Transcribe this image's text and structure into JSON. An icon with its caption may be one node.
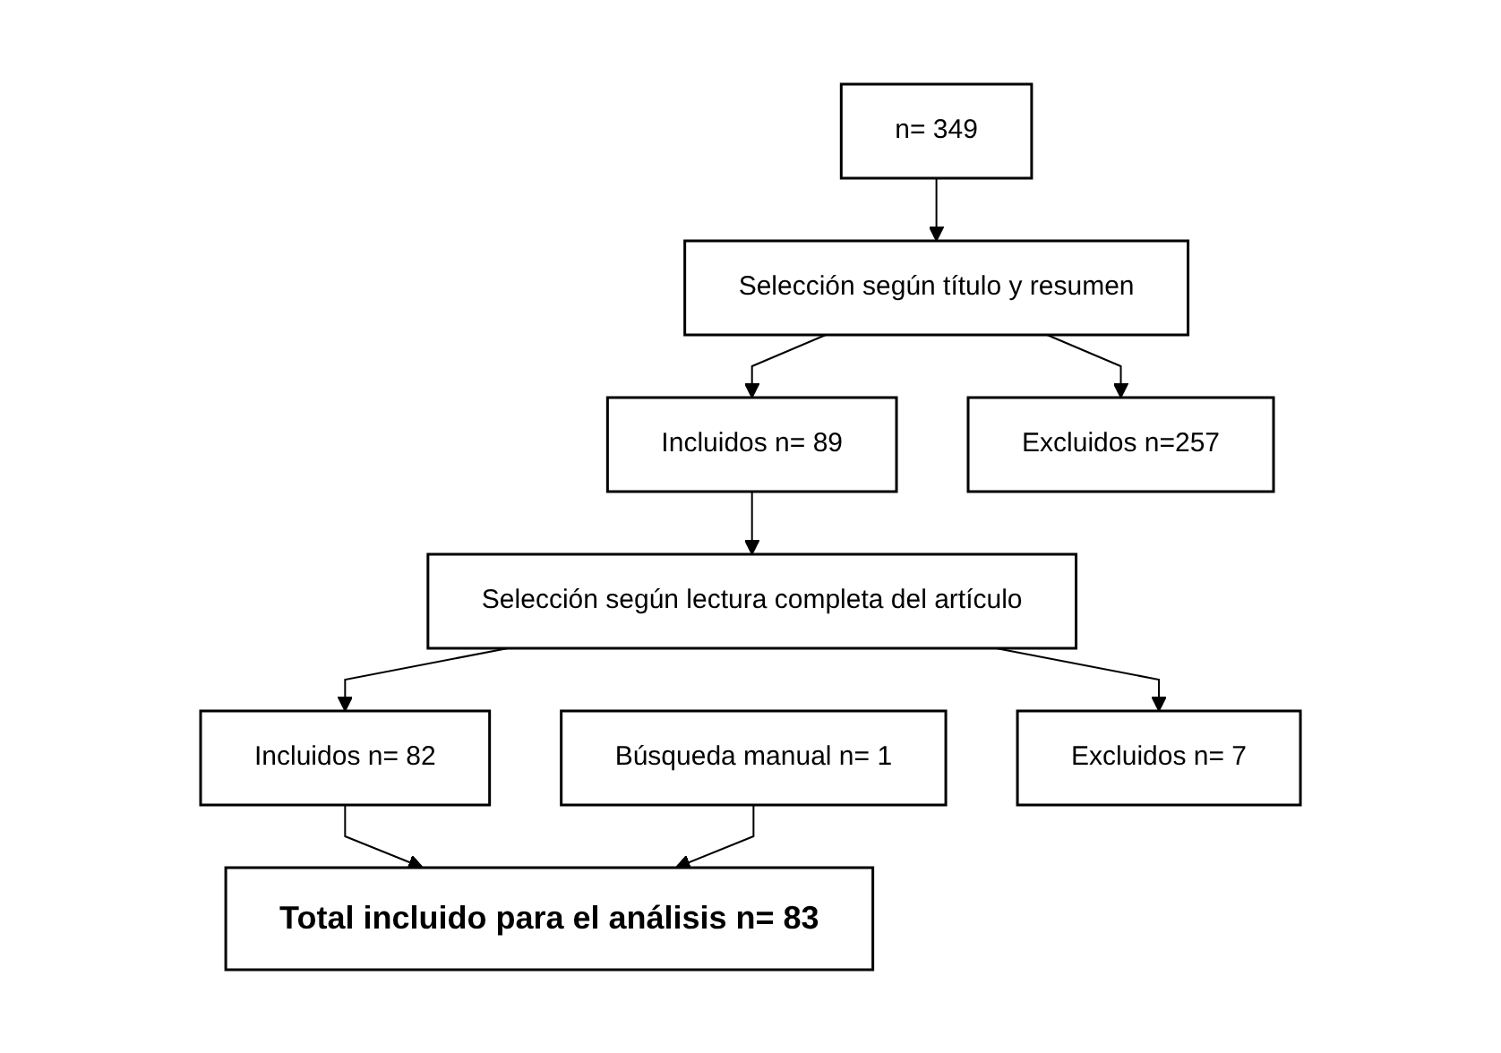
{
  "diagram": {
    "nodes": [
      {
        "text": [
          "n= 349"
        ]
      },
      {
        "text": [
          "Búsqueda manual n= 1"
        ]
      },
      {
        "text": [
          "Selección según título y resumen"
        ]
      },
      {
        "text": [
          "Incluidos n= 89"
        ]
      },
      {
        "text": [
          "Excluidos n=257"
        ]
      },
      {
        "text": [
          "Selección según lectura completa del artículo"
        ]
      },
      {
        "text": [
          "Incluidos n= 82"
        ]
      },
      {
        "text": [
          "Excluidos n= 7"
        ]
      },
      {
        "text": [
          "Total incluido para el análisis n= 83"
        ]
      }
    ],
    "edges": [
      {
        "from": 0,
        "to": 2,
        "arrow": "to"
      },
      {
        "from": 2,
        "to": 3,
        "arrow": "to"
      },
      {
        "from": 2,
        "to": 4,
        "arrow": "to"
      },
      {
        "from": 3,
        "to": 5,
        "arrow": "to"
      },
      {
        "from": 5,
        "to": 6,
        "arrow": "to"
      },
      {
        "from": 5,
        "to": 7,
        "arrow": "to"
      },
      {
        "from": 6,
        "to": 8,
        "arrow": "to"
      },
      {
        "from": 1,
        "to": 8,
        "arrow": "to"
      }
    ]
  }
}
